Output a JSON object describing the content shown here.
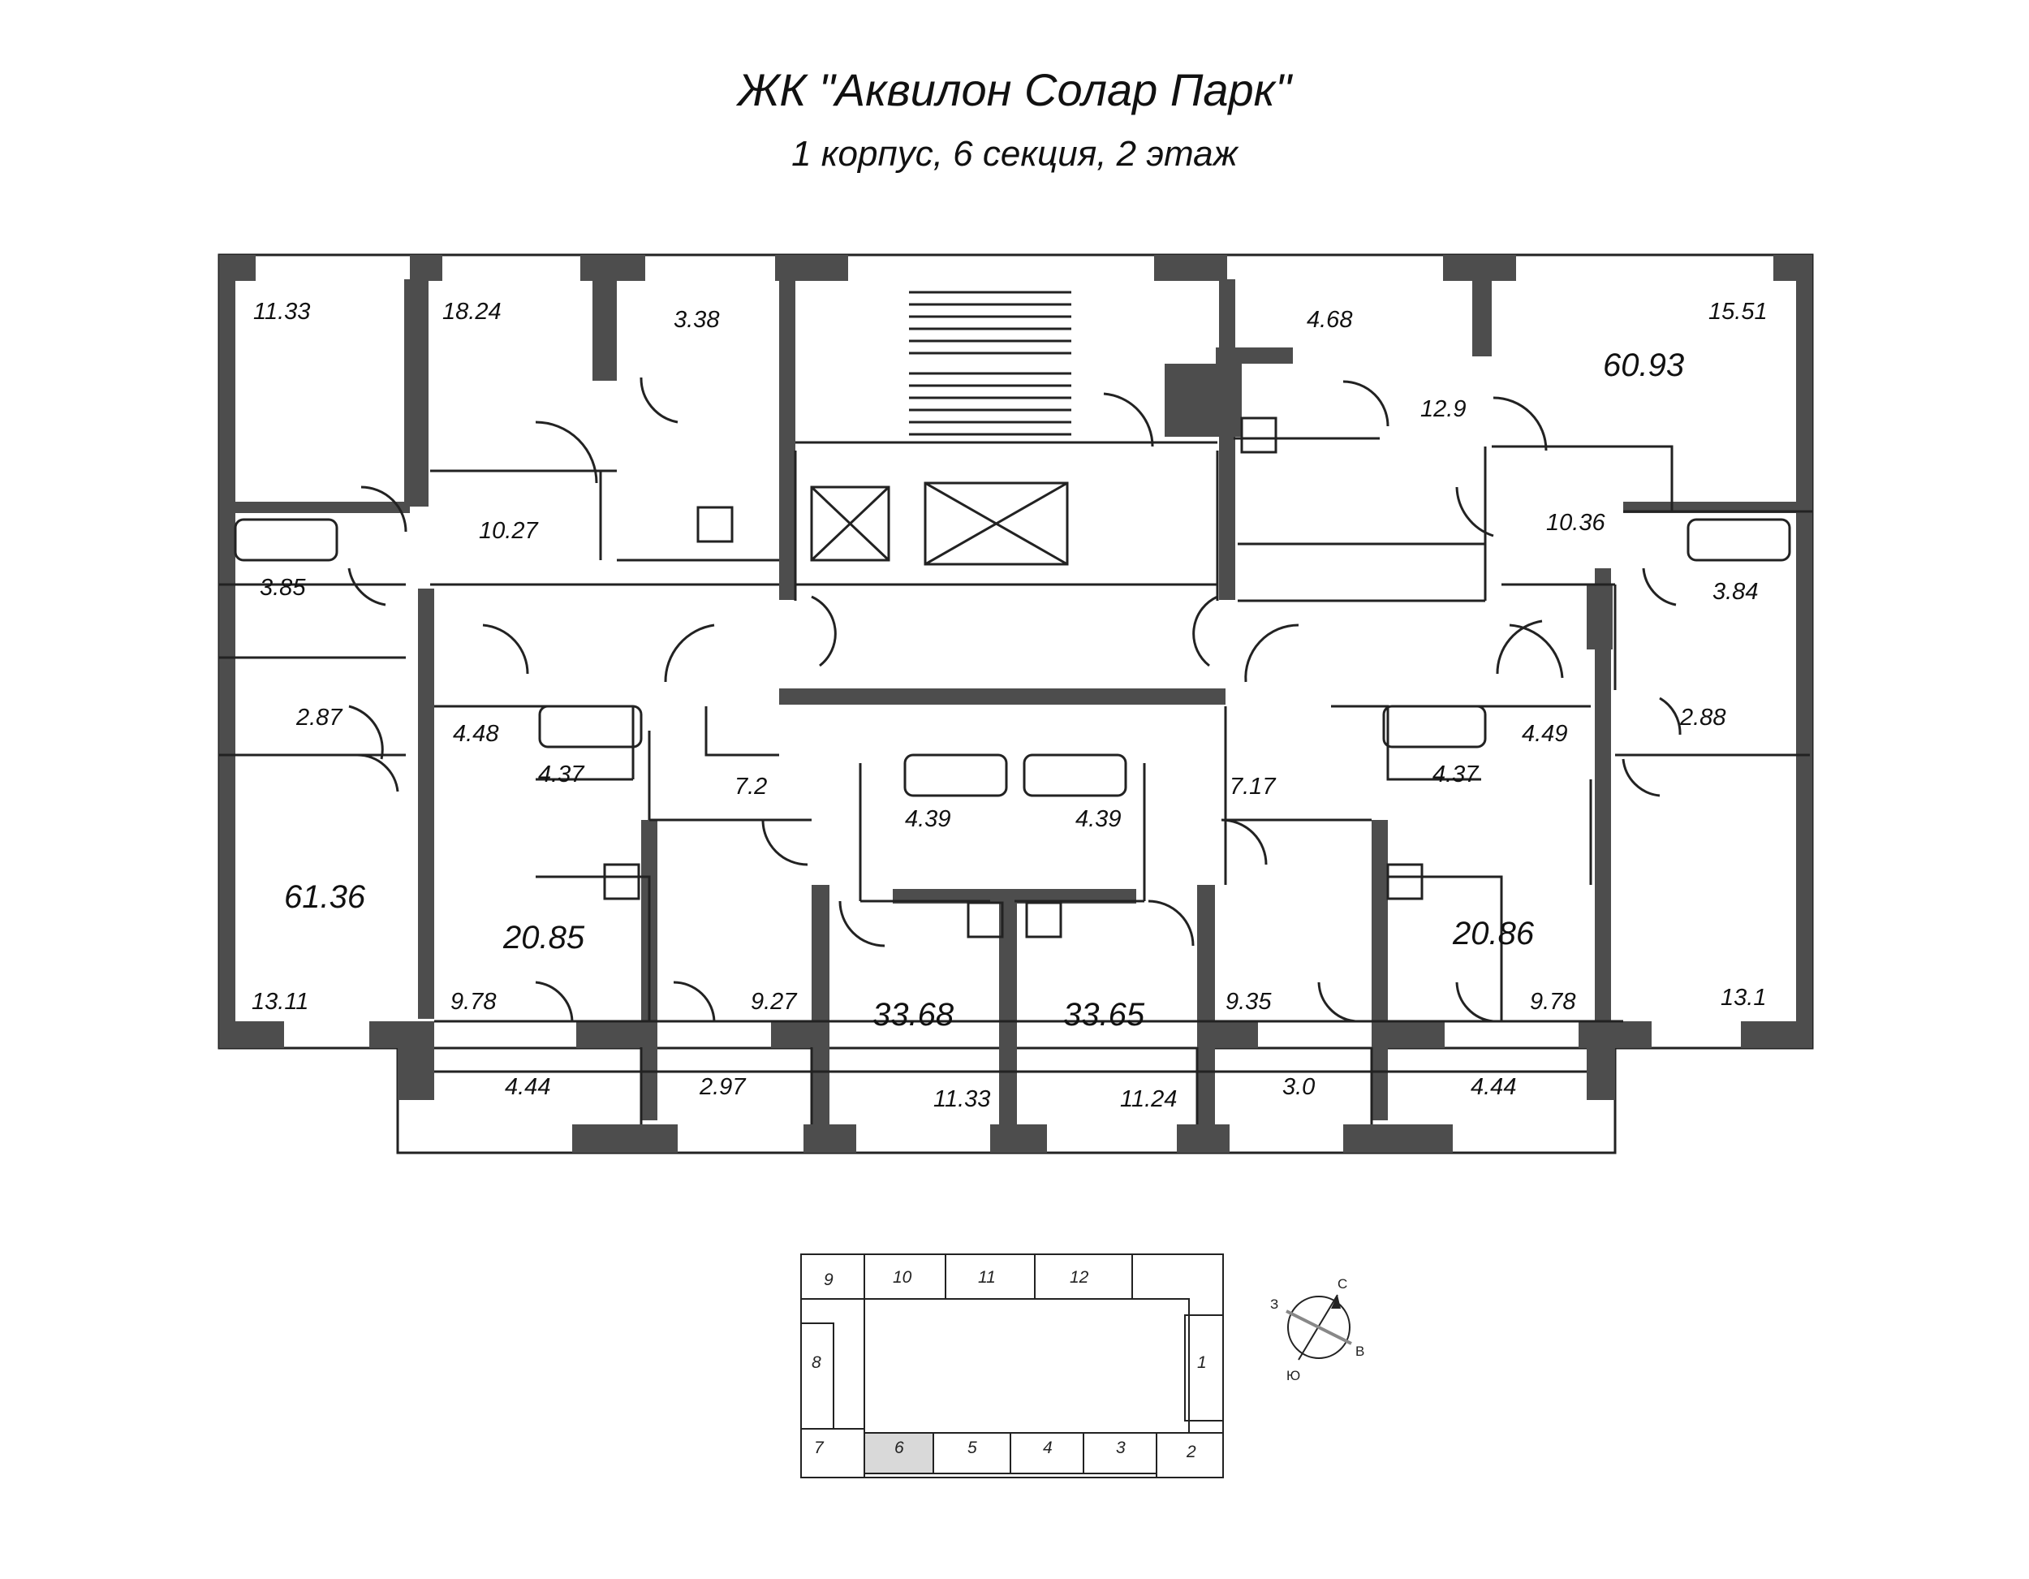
{
  "header": {
    "title": "ЖК \"Аквилон Солар Парк\"",
    "subtitle": "1 корпус, 6 секция, 2 этаж"
  },
  "areas": {
    "a11_33_top": "11.33",
    "a18_24": "18.24",
    "a3_38": "3.38",
    "a4_68": "4.68",
    "a15_51": "15.51",
    "a60_93": "60.93",
    "a12_9": "12.9",
    "a10_27": "10.27",
    "a10_36": "10.36",
    "a3_85": "3.85",
    "a3_84": "3.84",
    "a2_87": "2.87",
    "a2_88": "2.88",
    "a4_48": "4.48",
    "a4_37_l": "4.37",
    "a7_2": "7.2",
    "a4_39_l": "4.39",
    "a4_39_r": "4.39",
    "a7_17": "7.17",
    "a4_37_r": "4.37",
    "a4_49": "4.49",
    "a61_36": "61.36",
    "a20_85": "20.85",
    "a20_86": "20.86",
    "a33_68": "33.68",
    "a33_65": "33.65",
    "a13_11": "13.11",
    "a9_78_l": "9.78",
    "a9_27": "9.27",
    "a9_35": "9.35",
    "a9_78_r": "9.78",
    "a13_1": "13.1",
    "a4_44_l": "4.44",
    "a2_97": "2.97",
    "a11_33_b": "11.33",
    "a11_24": "11.24",
    "a3_0": "3.0",
    "a4_44_r": "4.44"
  },
  "key_plan": {
    "sections": [
      "1",
      "2",
      "3",
      "4",
      "5",
      "6",
      "7",
      "8",
      "9",
      "10",
      "11",
      "12"
    ],
    "highlighted": "6",
    "highlight_color": "#d9d9d9"
  },
  "compass": {
    "north": "С",
    "east": "В",
    "south": "Ю",
    "west": "З"
  },
  "colors": {
    "wall": "#4d4d4d",
    "line": "#222222"
  }
}
